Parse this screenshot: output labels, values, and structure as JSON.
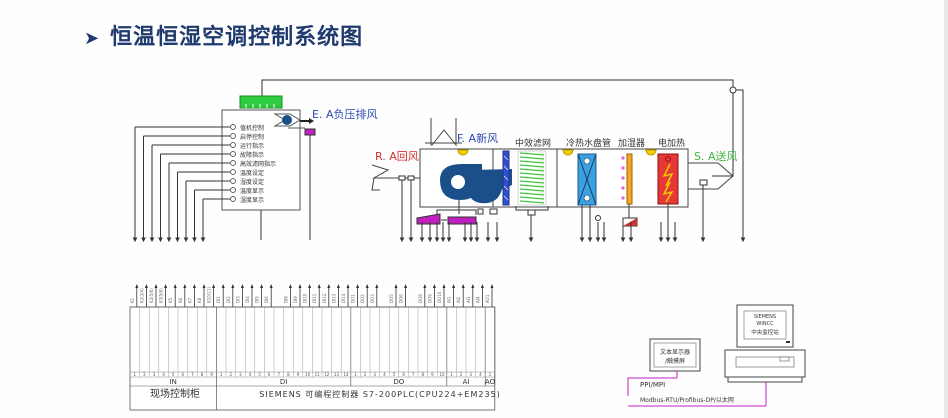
{
  "page": {
    "title": "恒温恒湿空调控制系统图",
    "title_icon": "arrow-bullet-icon"
  },
  "colors": {
    "title": "#1f3a6e",
    "line": "#333333",
    "fan": "#1a4f8a",
    "cooling_coil": "#3aa0e0",
    "heater": "#e53935",
    "humidifier": "#f5a623",
    "filter": "#3cc83c",
    "green_label": "#3cb83c",
    "blue_label": "#2a4ab0",
    "red_label": "#d03030",
    "magenta": "#c020c0",
    "terminal_green": "#2ecc40"
  },
  "field_panel": {
    "items": [
      "值机控制",
      "启停控制",
      "运行指示",
      "故障指示",
      "高效滤网指示",
      "温度设定",
      "湿度设定",
      "温度显示",
      "湿度显示"
    ]
  },
  "labels": {
    "exhaust_air": "E. A负压排风",
    "return_air": "R. A回风",
    "fresh_air": "F. A新风",
    "medium_filter": "中效滤网",
    "coil": "冷热水盘管",
    "humidifier": "加湿器",
    "electric_heater": "电加热",
    "supply_air": "S. A送风"
  },
  "plc": {
    "groups": [
      {
        "name": "IN",
        "count": 9
      },
      {
        "name": "DI",
        "count": 14
      },
      {
        "name": "DO",
        "count": 10
      },
      {
        "name": "AI",
        "count": 4
      },
      {
        "name": "AO",
        "count": 1
      }
    ],
    "field_cabinet_label": "现场控制柜",
    "controller_label": "SIEMENS    可编程控制器 S7-200PLC(CPU224+EM235)",
    "in_terms": [
      "K1",
      "K2(3/4)",
      "K2(5/6)",
      "K3(5/6)",
      "K5",
      "K6",
      "K7",
      "K8",
      "K10(11)"
    ],
    "di_terms": [
      "DI1",
      "DI2",
      "DI3",
      "DI4",
      "DI5",
      "DI6",
      "",
      "DI8",
      "DI9",
      "DI10",
      "DI11",
      "DI12",
      "DI13",
      "DI14"
    ],
    "do_terms": [
      "DO1",
      "DO2",
      "DO3",
      "",
      "DO5",
      "DO6",
      "",
      "DO8",
      "DO9",
      "DO10"
    ],
    "ai_terms": [
      "AI1",
      "AI2",
      "AI3",
      "AI4"
    ],
    "ao_terms": [
      "AO1"
    ]
  },
  "hmi": {
    "text_display": "文本显示器",
    "touch_screen": "/触摸屏",
    "ppi_label": "PPI/MPI",
    "bus_label": "Modbus-RTU/Profibus-DP/以太网"
  },
  "scada": {
    "line1": "SIEMENS",
    "line2": "WINCC",
    "line3": "中央监控站"
  }
}
